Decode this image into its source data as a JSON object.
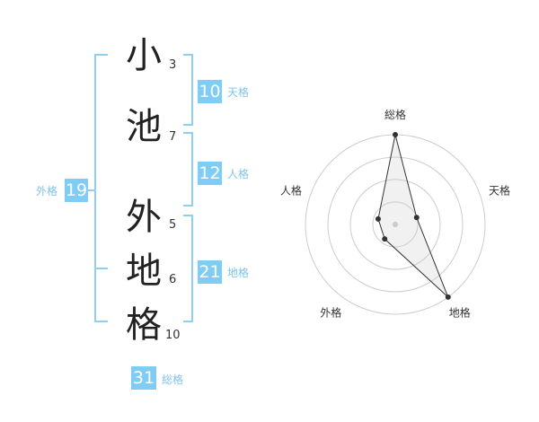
{
  "name": {
    "characters": [
      {
        "char": "小",
        "strokes": "3"
      },
      {
        "char": "池",
        "strokes": "7"
      },
      {
        "char": "外",
        "strokes": "5"
      },
      {
        "char": "地",
        "strokes": "6"
      },
      {
        "char": "格",
        "strokes": "10"
      }
    ]
  },
  "kaku": {
    "tenkaku": {
      "value": "10",
      "label": "天格"
    },
    "jinkaku": {
      "value": "12",
      "label": "人格"
    },
    "chikaku": {
      "value": "21",
      "label": "地格"
    },
    "gaikaku": {
      "value": "19",
      "label": "外格"
    },
    "soukaku": {
      "value": "31",
      "label": "総格"
    }
  },
  "colors": {
    "accent": "#7fcdf5",
    "bracket": "#8fd0f2",
    "label": "#7fc3ea"
  },
  "chart_data": {
    "type": "radar",
    "axes": [
      "総格",
      "天格",
      "地格",
      "外格",
      "人格"
    ],
    "values": [
      4,
      1,
      4,
      0.8,
      0.8
    ],
    "range": [
      0,
      4
    ],
    "rings": 4
  }
}
